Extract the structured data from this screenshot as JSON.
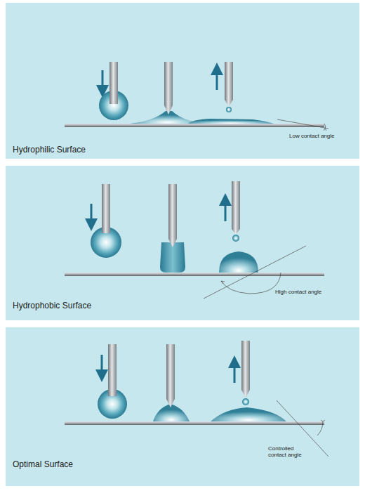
{
  "diagram": {
    "nodes": [
      {
        "text": [
          "Hydrophilic Surface"
        ]
      },
      {
        "text": [
          "Hydrophobic Surface"
        ]
      },
      {
        "text": [
          "Optimal Surface"
        ]
      }
    ],
    "labels": [
      "Low contact angle",
      "High contact angle",
      "Controlled contact angle"
    ]
  }
}
